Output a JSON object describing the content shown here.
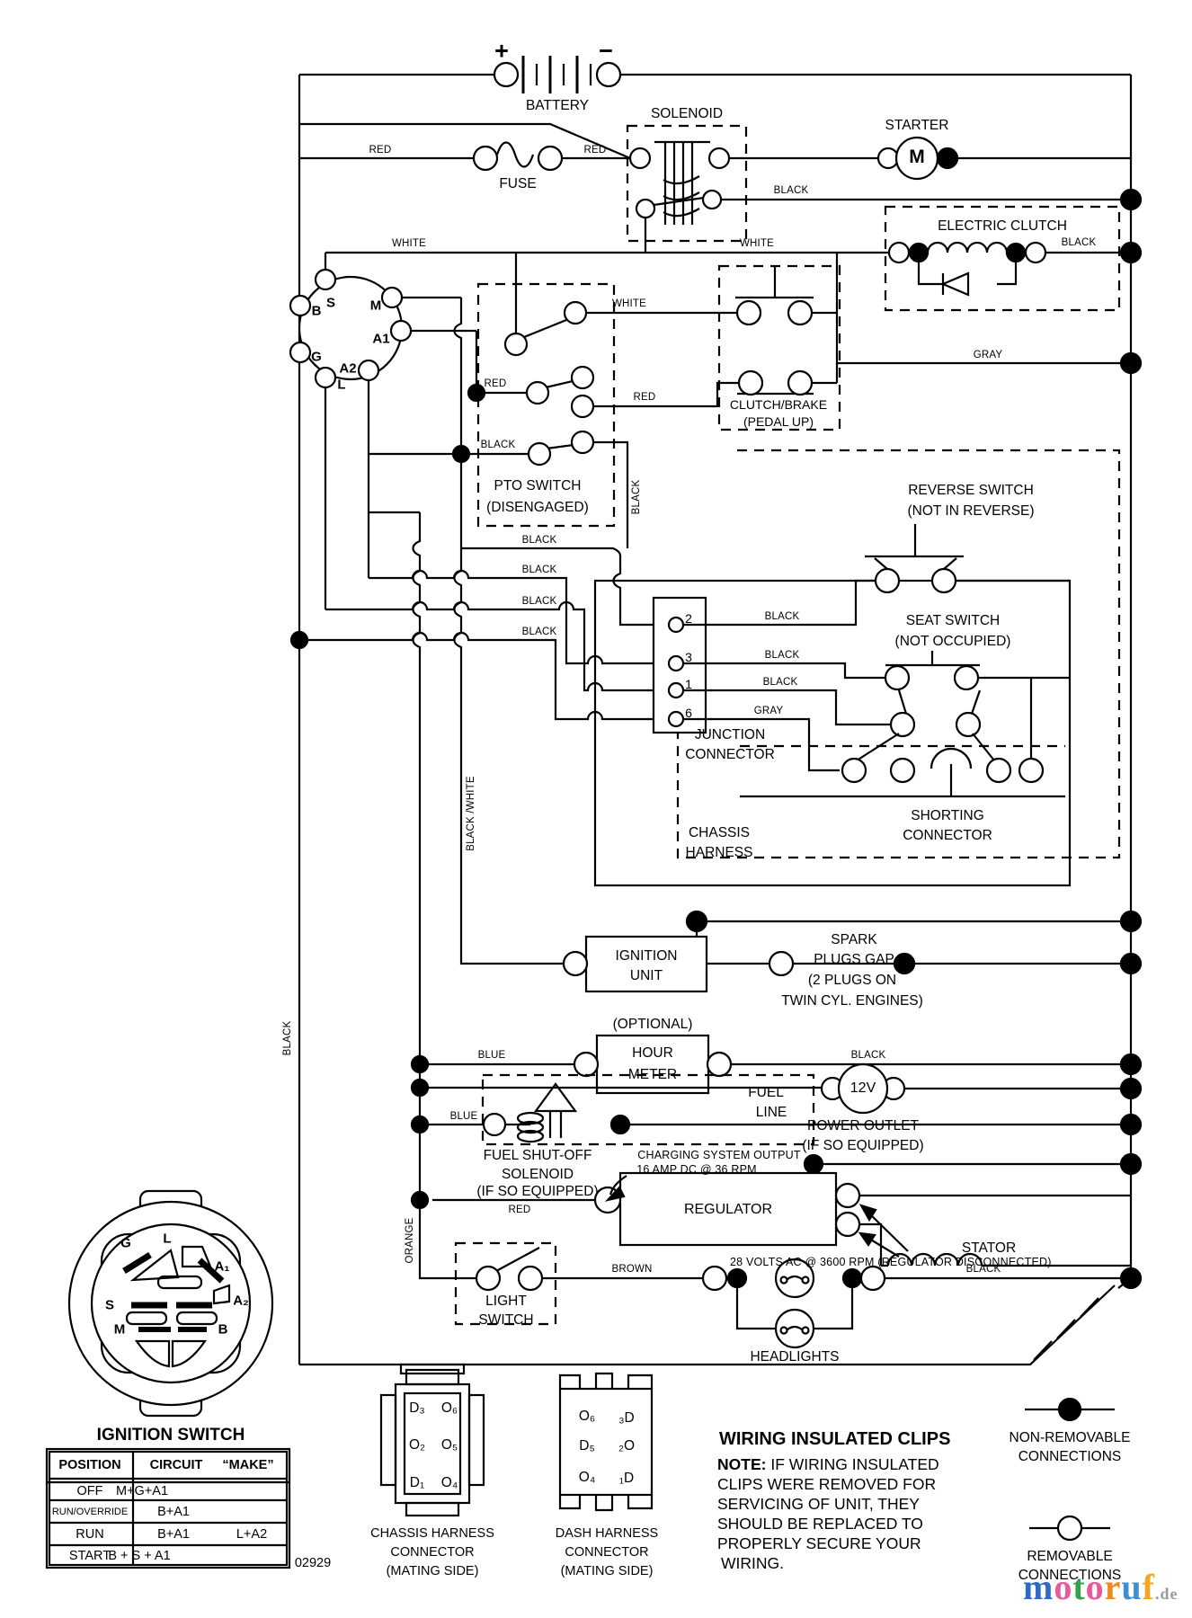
{
  "wire_labels": [
    "RED",
    "RED",
    "BLACK",
    "WHITE",
    "WHITE",
    "WHITE",
    "RED",
    "RED",
    "BLACK",
    "GRAY",
    "BLACK",
    "BLACK",
    "BLACK",
    "BLACK",
    "BLACK",
    "BLACK",
    "BLACK",
    "BLACK",
    "BLACK",
    "GRAY",
    "BLACK /WHITE",
    "BLACK",
    "BLUE",
    "BLACK",
    "BLUE",
    "ORANGE",
    "RED",
    "BROWN",
    "BLACK"
  ],
  "components": {
    "battery": {
      "label": "BATTERY",
      "plus": "+",
      "minus": "−"
    },
    "fuse": {
      "label": "FUSE"
    },
    "solenoid": {
      "label": "SOLENOID"
    },
    "starter": {
      "label": "STARTER",
      "motor": "M"
    },
    "electric_clutch": {
      "label": "ELECTRIC CLUTCH"
    },
    "clutch_brake": {
      "l1": "CLUTCH/BRAKE",
      "l2": "(PEDAL UP)"
    },
    "ignition_circle": {
      "s": "S",
      "m": "M",
      "b": "B",
      "a1": "A1",
      "g": "G",
      "l": "L",
      "a2": "A2"
    },
    "pto": {
      "l1": "PTO SWITCH",
      "l2": "(DISENGAGED)"
    },
    "reverse": {
      "l1": "REVERSE SWITCH",
      "l2": "(NOT IN REVERSE)"
    },
    "seat": {
      "l1": "SEAT SWITCH",
      "l2": "(NOT OCCUPIED)"
    },
    "junction": {
      "l1": "JUNCTION",
      "l2": "CONNECTOR",
      "pins": [
        "2",
        "3",
        "1",
        "6"
      ]
    },
    "shorting": {
      "l1": "SHORTING",
      "l2": "CONNECTOR"
    },
    "chassis": {
      "l1": "CHASSIS",
      "l2": "HARNESS"
    },
    "ignition_unit": {
      "l1": "IGNITION",
      "l2": "UNIT"
    },
    "spark": {
      "l1": "SPARK",
      "l2": "PLUGS GAP",
      "l3": "(2 PLUGS ON",
      "l4": "TWIN CYL. ENGINES)"
    },
    "hour": {
      "opt": "(OPTIONAL)",
      "l1": "HOUR",
      "l2": "METER"
    },
    "outlet": {
      "v": "12V",
      "l1": "POWER OUTLET",
      "l2": "(IF SO EQUIPPED)"
    },
    "fuel_line": {
      "l1": "FUEL",
      "l2": "LINE"
    },
    "fuel_sol": {
      "l1": "FUEL SHUT-OFF",
      "l2": "SOLENOID",
      "l3": "(IF SO EQUIPPED)"
    },
    "charging": {
      "l1": "CHARGING SYSTEM OUTPUT",
      "l2": "16 AMP DC @ 36 RPM"
    },
    "regulator": {
      "label": "REGULATOR"
    },
    "stator": {
      "label": "STATOR"
    },
    "volts": {
      "text": "28 VOLTS AC @ 3600 RPM (REGULATOR DISCONNECTED)"
    },
    "light": {
      "l1": "LIGHT",
      "l2": "SWITCH"
    },
    "headlights": {
      "label": "HEADLIGHTS"
    }
  },
  "legend": {
    "face": {
      "g": "G",
      "l": "L",
      "a1": "A₁",
      "a2": "A₂",
      "s": "S",
      "m": "M",
      "b": "B"
    },
    "title": "IGNITION SWITCH",
    "table": {
      "headers": [
        "POSITION",
        "CIRCUIT",
        "“MAKE”"
      ],
      "rows": [
        [
          "OFF",
          "M+G+A1",
          ""
        ],
        [
          "RUN/OVERRIDE",
          "B+A1",
          ""
        ],
        [
          "RUN",
          "B+A1",
          "L+A2"
        ],
        [
          "START",
          "B + S + A1",
          ""
        ]
      ]
    },
    "doc": "02929",
    "chassis_conn": {
      "pins": [
        [
          "D₃",
          "O₆"
        ],
        [
          "O₂",
          "O₅"
        ],
        [
          "D₁",
          "O₄"
        ]
      ],
      "l1": "CHASSIS HARNESS",
      "l2": "CONNECTOR",
      "l3": "(MATING SIDE)"
    },
    "dash_conn": {
      "pins": [
        [
          "O₆",
          "₃D"
        ],
        [
          "D₅",
          "₂O"
        ],
        [
          "O₄",
          "₁D"
        ]
      ],
      "l1": "DASH HARNESS",
      "l2": "CONNECTOR",
      "l3": "(MATING SIDE)"
    },
    "clips": {
      "heading": "WIRING INSULATED CLIPS",
      "note_bold": "NOTE:",
      "l1": "IF WIRING INSULATED",
      "lines": [
        "CLIPS WERE REMOVED FOR",
        "SERVICING OF UNIT, THEY",
        "SHOULD BE REPLACED TO",
        "PROPERLY SECURE YOUR",
        "WIRING."
      ]
    },
    "conn_legend": {
      "nr1": "NON-REMOVABLE",
      "nr2": "CONNECTIONS",
      "r1": "REMOVABLE",
      "r2": "CONNECTIONS"
    },
    "brand": {
      "letters": [
        {
          "ch": "m",
          "color": "#2f6bc6"
        },
        {
          "ch": "o",
          "color": "#e85a9b"
        },
        {
          "ch": "t",
          "color": "#35a14e"
        },
        {
          "ch": "o",
          "color": "#e85a9b"
        },
        {
          "ch": "r",
          "color": "#ef8722"
        },
        {
          "ch": "u",
          "color": "#3f8fd2"
        },
        {
          "ch": "f",
          "color": "#f2a71f"
        }
      ],
      "tld": ".de"
    }
  }
}
